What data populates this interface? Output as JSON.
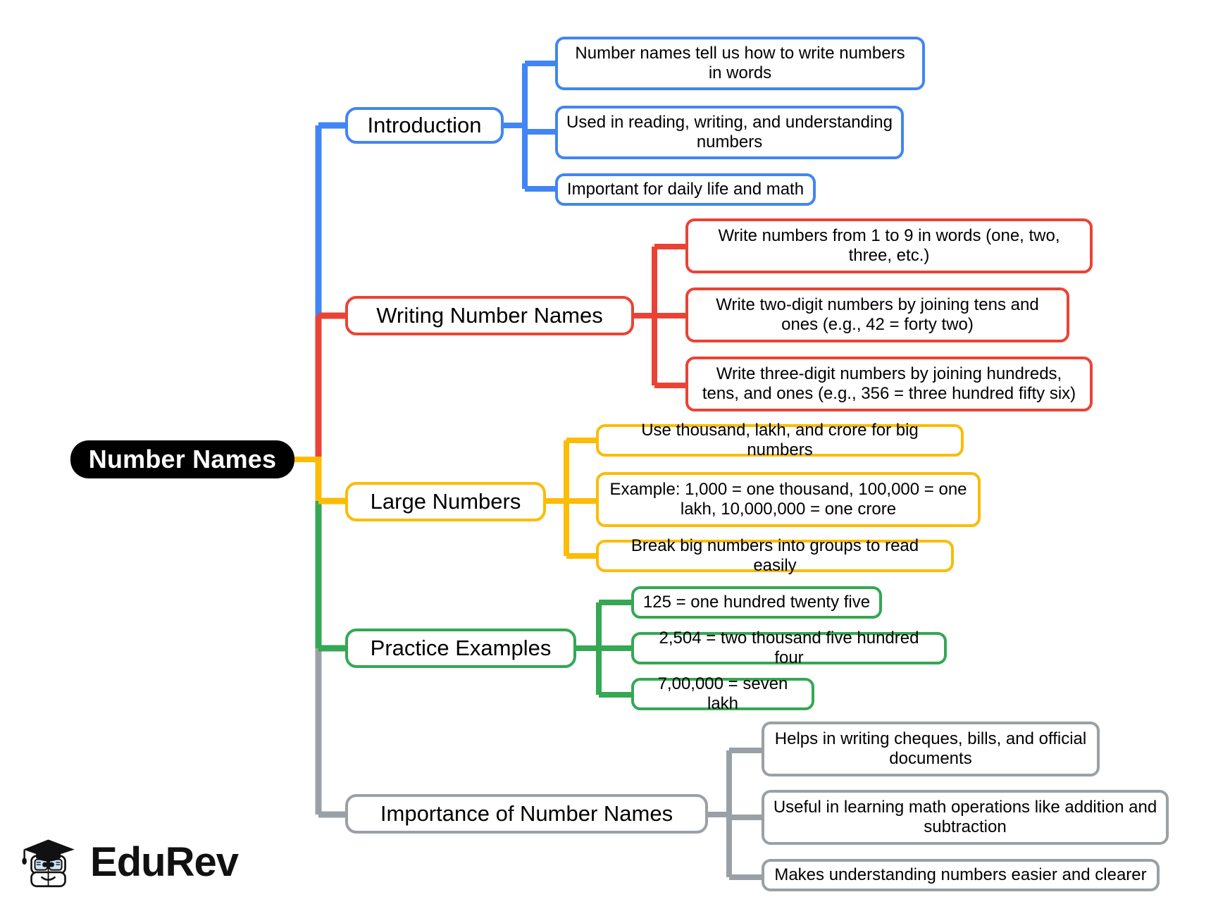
{
  "diagram": {
    "type": "mind-map",
    "root": {
      "label": "Number Names",
      "color": "#000000"
    },
    "branches": [
      {
        "label": "Introduction",
        "color": "#4285F4",
        "children": [
          "Number names tell us how to write numbers in words",
          "Used in reading, writing, and understanding numbers",
          "Important for daily life and math"
        ]
      },
      {
        "label": "Writing Number Names",
        "color": "#EA4335",
        "children": [
          "Write numbers from 1 to 9 in words (one, two, three, etc.)",
          "Write two-digit numbers by joining tens and ones (e.g., 42 = forty two)",
          "Write three-digit numbers by joining hundreds, tens, and ones (e.g., 356 = three hundred fifty six)"
        ]
      },
      {
        "label": "Large Numbers",
        "color": "#FBBC05",
        "children": [
          "Use thousand, lakh, and crore for big numbers",
          "Example: 1,000 = one thousand, 100,000 = one lakh, 10,000,000 = one crore",
          "Break big numbers into groups to read easily"
        ]
      },
      {
        "label": "Practice Examples",
        "color": "#34A853",
        "children": [
          "125 = one hundred twenty five",
          "2,504 = two thousand five hundred four",
          "7,00,000 = seven lakh"
        ]
      },
      {
        "label": "Importance of Number Names",
        "color": "#9AA0A6",
        "children": [
          "Helps in writing cheques, bills, and official documents",
          "Useful in learning math operations like addition and subtraction",
          "Makes understanding numbers easier and clearer"
        ]
      }
    ]
  },
  "logo": {
    "text": "EduRev",
    "icon": "graduation-cap-book-mascot-icon"
  }
}
